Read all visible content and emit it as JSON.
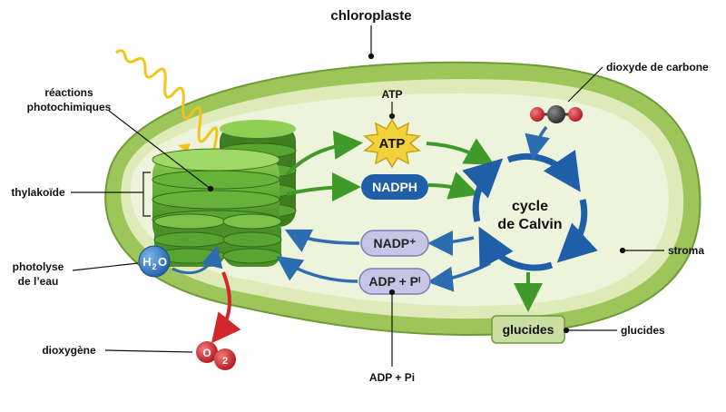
{
  "labels": {
    "chloroplaste": "chloroplaste",
    "reactions": "réactions",
    "photochimiques": "photochimiques",
    "thylakoide": "thylakoïde",
    "photolyse": "photolyse",
    "de_leau": "de l’eau",
    "dioxygene": "dioxygène",
    "atp_top": "ATP",
    "adp_bottom": "ADP + Pi",
    "dioxyde": "dioxyde de carbone",
    "stroma": "stroma",
    "glucides_right": "glucides"
  },
  "pills": {
    "atp": "ATP",
    "nadph": "NADPH",
    "nadp": "NADP⁺",
    "adp": "ADP + Pᴵ",
    "glucides": "glucides"
  },
  "calvin": {
    "line1": "cycle",
    "line2": "de Calvin"
  },
  "molecules": {
    "h2o_h": "H",
    "h2o_sub": "2",
    "h2o_o": "O",
    "o2_a": "O",
    "o2_b": "2"
  },
  "colors": {
    "membrane": "#9cc65a",
    "stroma": "#eef3dc",
    "thylakoid": "#5aa532",
    "arrow_green": "#3f9a2a",
    "arrow_blue": "#2b6db0",
    "calvin_blue": "#1f5fa8",
    "nadph_pill": "#1f5fa8",
    "nadp_pill": "#c7c5e6",
    "atp_star": "#f2d23a",
    "water": "#2f7cc4",
    "oxygen": "#d0262c",
    "glucides_pill": "#c9dea0"
  }
}
